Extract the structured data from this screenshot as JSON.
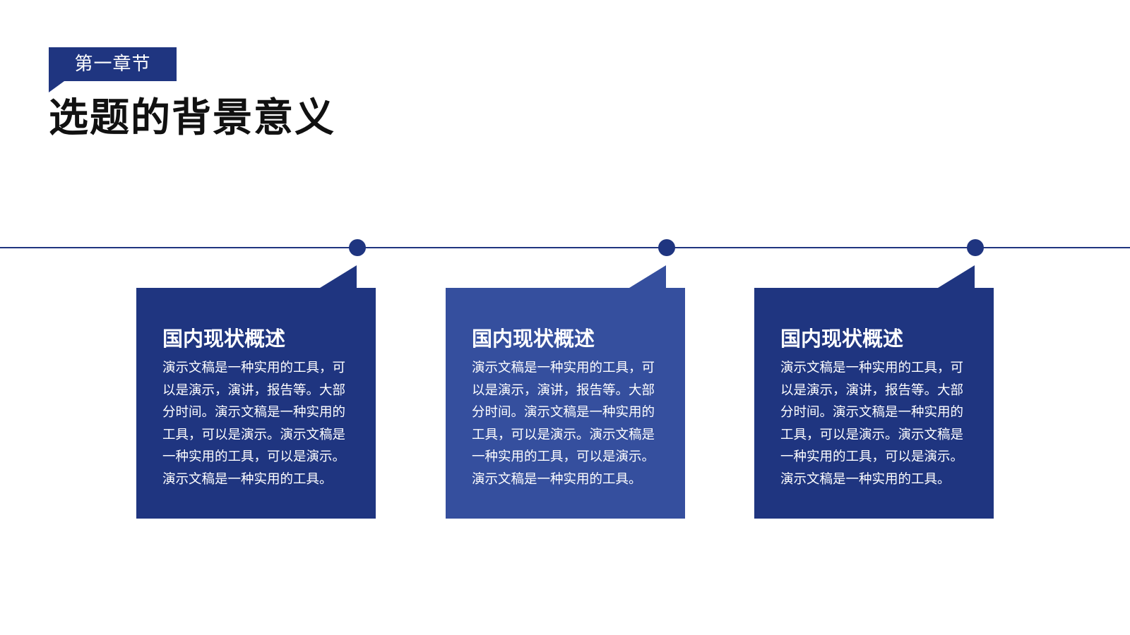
{
  "header": {
    "chapter_label": "第一章节",
    "title": "选题的背景意义"
  },
  "colors": {
    "primary": "#1f3580",
    "secondary": "#354f9e",
    "title_text": "#111111",
    "card_text": "#ffffff"
  },
  "timeline": {
    "dots": 3
  },
  "cards": [
    {
      "title": "国内现状概述",
      "body": "演示文稿是一种实用的工具，可以是演示，演讲，报告等。大部分时间。演示文稿是一种实用的工具，可以是演示。演示文稿是一种实用的工具，可以是演示。演示文稿是一种实用的工具。",
      "color": "#1f3580"
    },
    {
      "title": "国内现状概述",
      "body": "演示文稿是一种实用的工具，可以是演示，演讲，报告等。大部分时间。演示文稿是一种实用的工具，可以是演示。演示文稿是一种实用的工具，可以是演示。演示文稿是一种实用的工具。",
      "color": "#354f9e"
    },
    {
      "title": "国内现状概述",
      "body": "演示文稿是一种实用的工具，可以是演示，演讲，报告等。大部分时间。演示文稿是一种实用的工具，可以是演示。演示文稿是一种实用的工具，可以是演示。演示文稿是一种实用的工具。",
      "color": "#1f3580"
    }
  ]
}
